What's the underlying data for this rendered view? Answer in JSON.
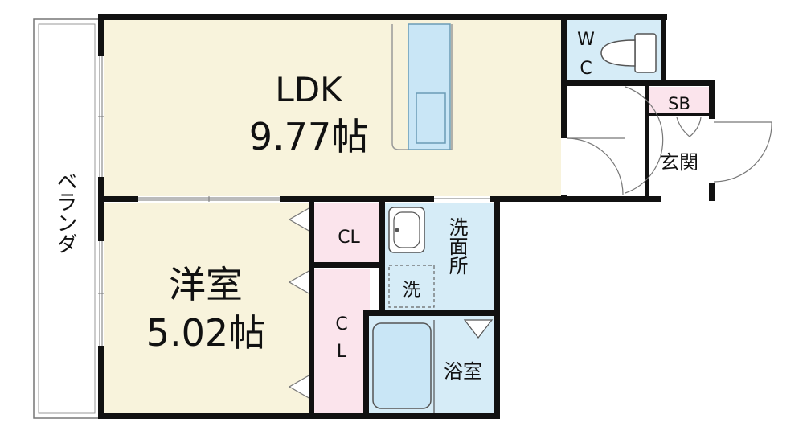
{
  "rooms": {
    "ldk": {
      "name": "LDK",
      "size": "9.77帖"
    },
    "western": {
      "name": "洋室",
      "size": "5.02帖"
    },
    "closet_top": {
      "name": "CL"
    },
    "closet_side": {
      "line1": "C",
      "line2": "L"
    },
    "wc": {
      "line1": "W",
      "line2": "C"
    },
    "shoe_box": {
      "name": "SB"
    },
    "entrance": {
      "name": "玄関"
    },
    "washroom": {
      "name": "洗面所"
    },
    "washer": {
      "name": "洗"
    },
    "bathroom": {
      "name": "浴室"
    },
    "veranda": {
      "name": "ベランダ"
    }
  },
  "colors": {
    "floor_main": "#f8f3dc",
    "wet_area": "#d6ecf7",
    "closet": "#fbe4ec",
    "fixture": "#c9e6f6",
    "wall": "#111111"
  }
}
